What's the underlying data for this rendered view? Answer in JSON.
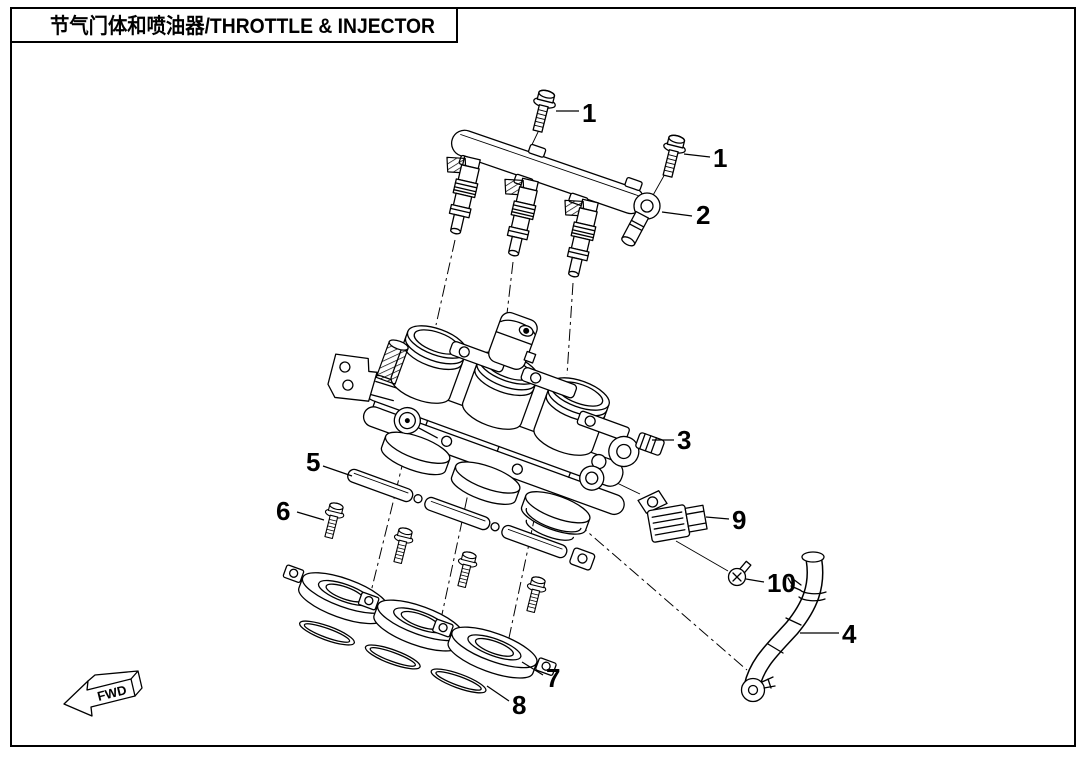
{
  "page": {
    "background": "#ffffff",
    "line_color": "#000000"
  },
  "title": {
    "text": "节气门体和喷油器/THROTTLE & INJECTOR"
  },
  "diagram": {
    "fwd_label": "FWD",
    "callouts": [
      {
        "label": "1"
      },
      {
        "label": "1"
      },
      {
        "label": "2"
      },
      {
        "label": "3"
      },
      {
        "label": "4"
      },
      {
        "label": "5"
      },
      {
        "label": "6"
      },
      {
        "label": "7"
      },
      {
        "label": "8"
      },
      {
        "label": "9"
      },
      {
        "label": "10"
      }
    ]
  }
}
